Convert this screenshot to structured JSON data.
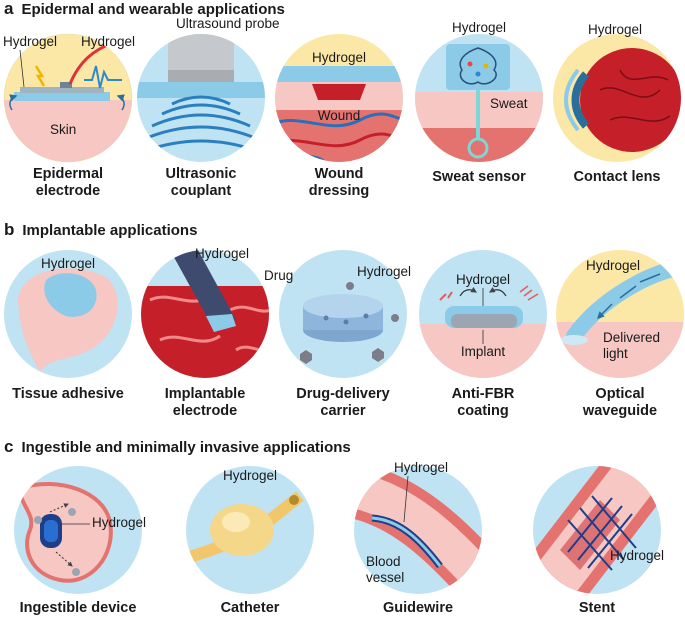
{
  "sections": {
    "a": {
      "letter": "a",
      "title": "Epidermal and wearable applications"
    },
    "b": {
      "letter": "b",
      "title": "Implantable applications"
    },
    "c": {
      "letter": "c",
      "title": "Ingestible and minimally invasive applications"
    }
  },
  "panels": {
    "epidermal": {
      "line1": "Epidermal",
      "line2": "electrode",
      "labels": {
        "hydrogel_left": "Hydrogel",
        "hydrogel_right": "Hydrogel",
        "skin": "Skin"
      }
    },
    "ultrasonic": {
      "line1": "Ultrasonic",
      "line2": "couplant",
      "labels": {
        "probe": "Ultrasound probe"
      }
    },
    "wound": {
      "line1": "Wound",
      "line2": "dressing",
      "labels": {
        "hydrogel": "Hydrogel",
        "wound": "Wound"
      }
    },
    "sweat": {
      "line1": "Sweat sensor",
      "labels": {
        "hydrogel": "Hydrogel",
        "sweat": "Sweat"
      }
    },
    "contact": {
      "line1": "Contact lens",
      "labels": {
        "hydrogel": "Hydrogel"
      }
    },
    "tissue": {
      "line1": "Tissue adhesive",
      "labels": {
        "hydrogel": "Hydrogel"
      }
    },
    "implant_electrode": {
      "line1": "Implantable",
      "line2": "electrode",
      "labels": {
        "hydrogel": "Hydrogel"
      }
    },
    "drug": {
      "line1": "Drug-delivery",
      "line2": "carrier",
      "labels": {
        "drug": "Drug",
        "hydrogel": "Hydrogel"
      }
    },
    "antifbr": {
      "line1": "Anti-FBR",
      "line2": "coating",
      "labels": {
        "hydrogel": "Hydrogel",
        "implant": "Implant"
      }
    },
    "optical": {
      "line1": "Optical",
      "line2": "waveguide",
      "labels": {
        "hydrogel": "Hydrogel",
        "delivered1": "Delivered",
        "delivered2": "light"
      }
    },
    "ingestible": {
      "line1": "Ingestible device",
      "labels": {
        "hydrogel": "Hydrogel"
      }
    },
    "catheter": {
      "line1": "Catheter",
      "labels": {
        "hydrogel": "Hydrogel"
      }
    },
    "guidewire": {
      "line1": "Guidewire",
      "labels": {
        "hydrogel": "Hydrogel",
        "blood1": "Blood",
        "blood2": "vessel"
      }
    },
    "stent": {
      "line1": "Stent",
      "labels": {
        "hydrogel": "Hydrogel"
      }
    }
  },
  "colors": {
    "hydrogel": "#8ccbe8",
    "skin": "#f6c7c3",
    "tissue": "#d9353a",
    "background_warm": "#fbe7a6",
    "background_cool": "#bfe3f3"
  }
}
